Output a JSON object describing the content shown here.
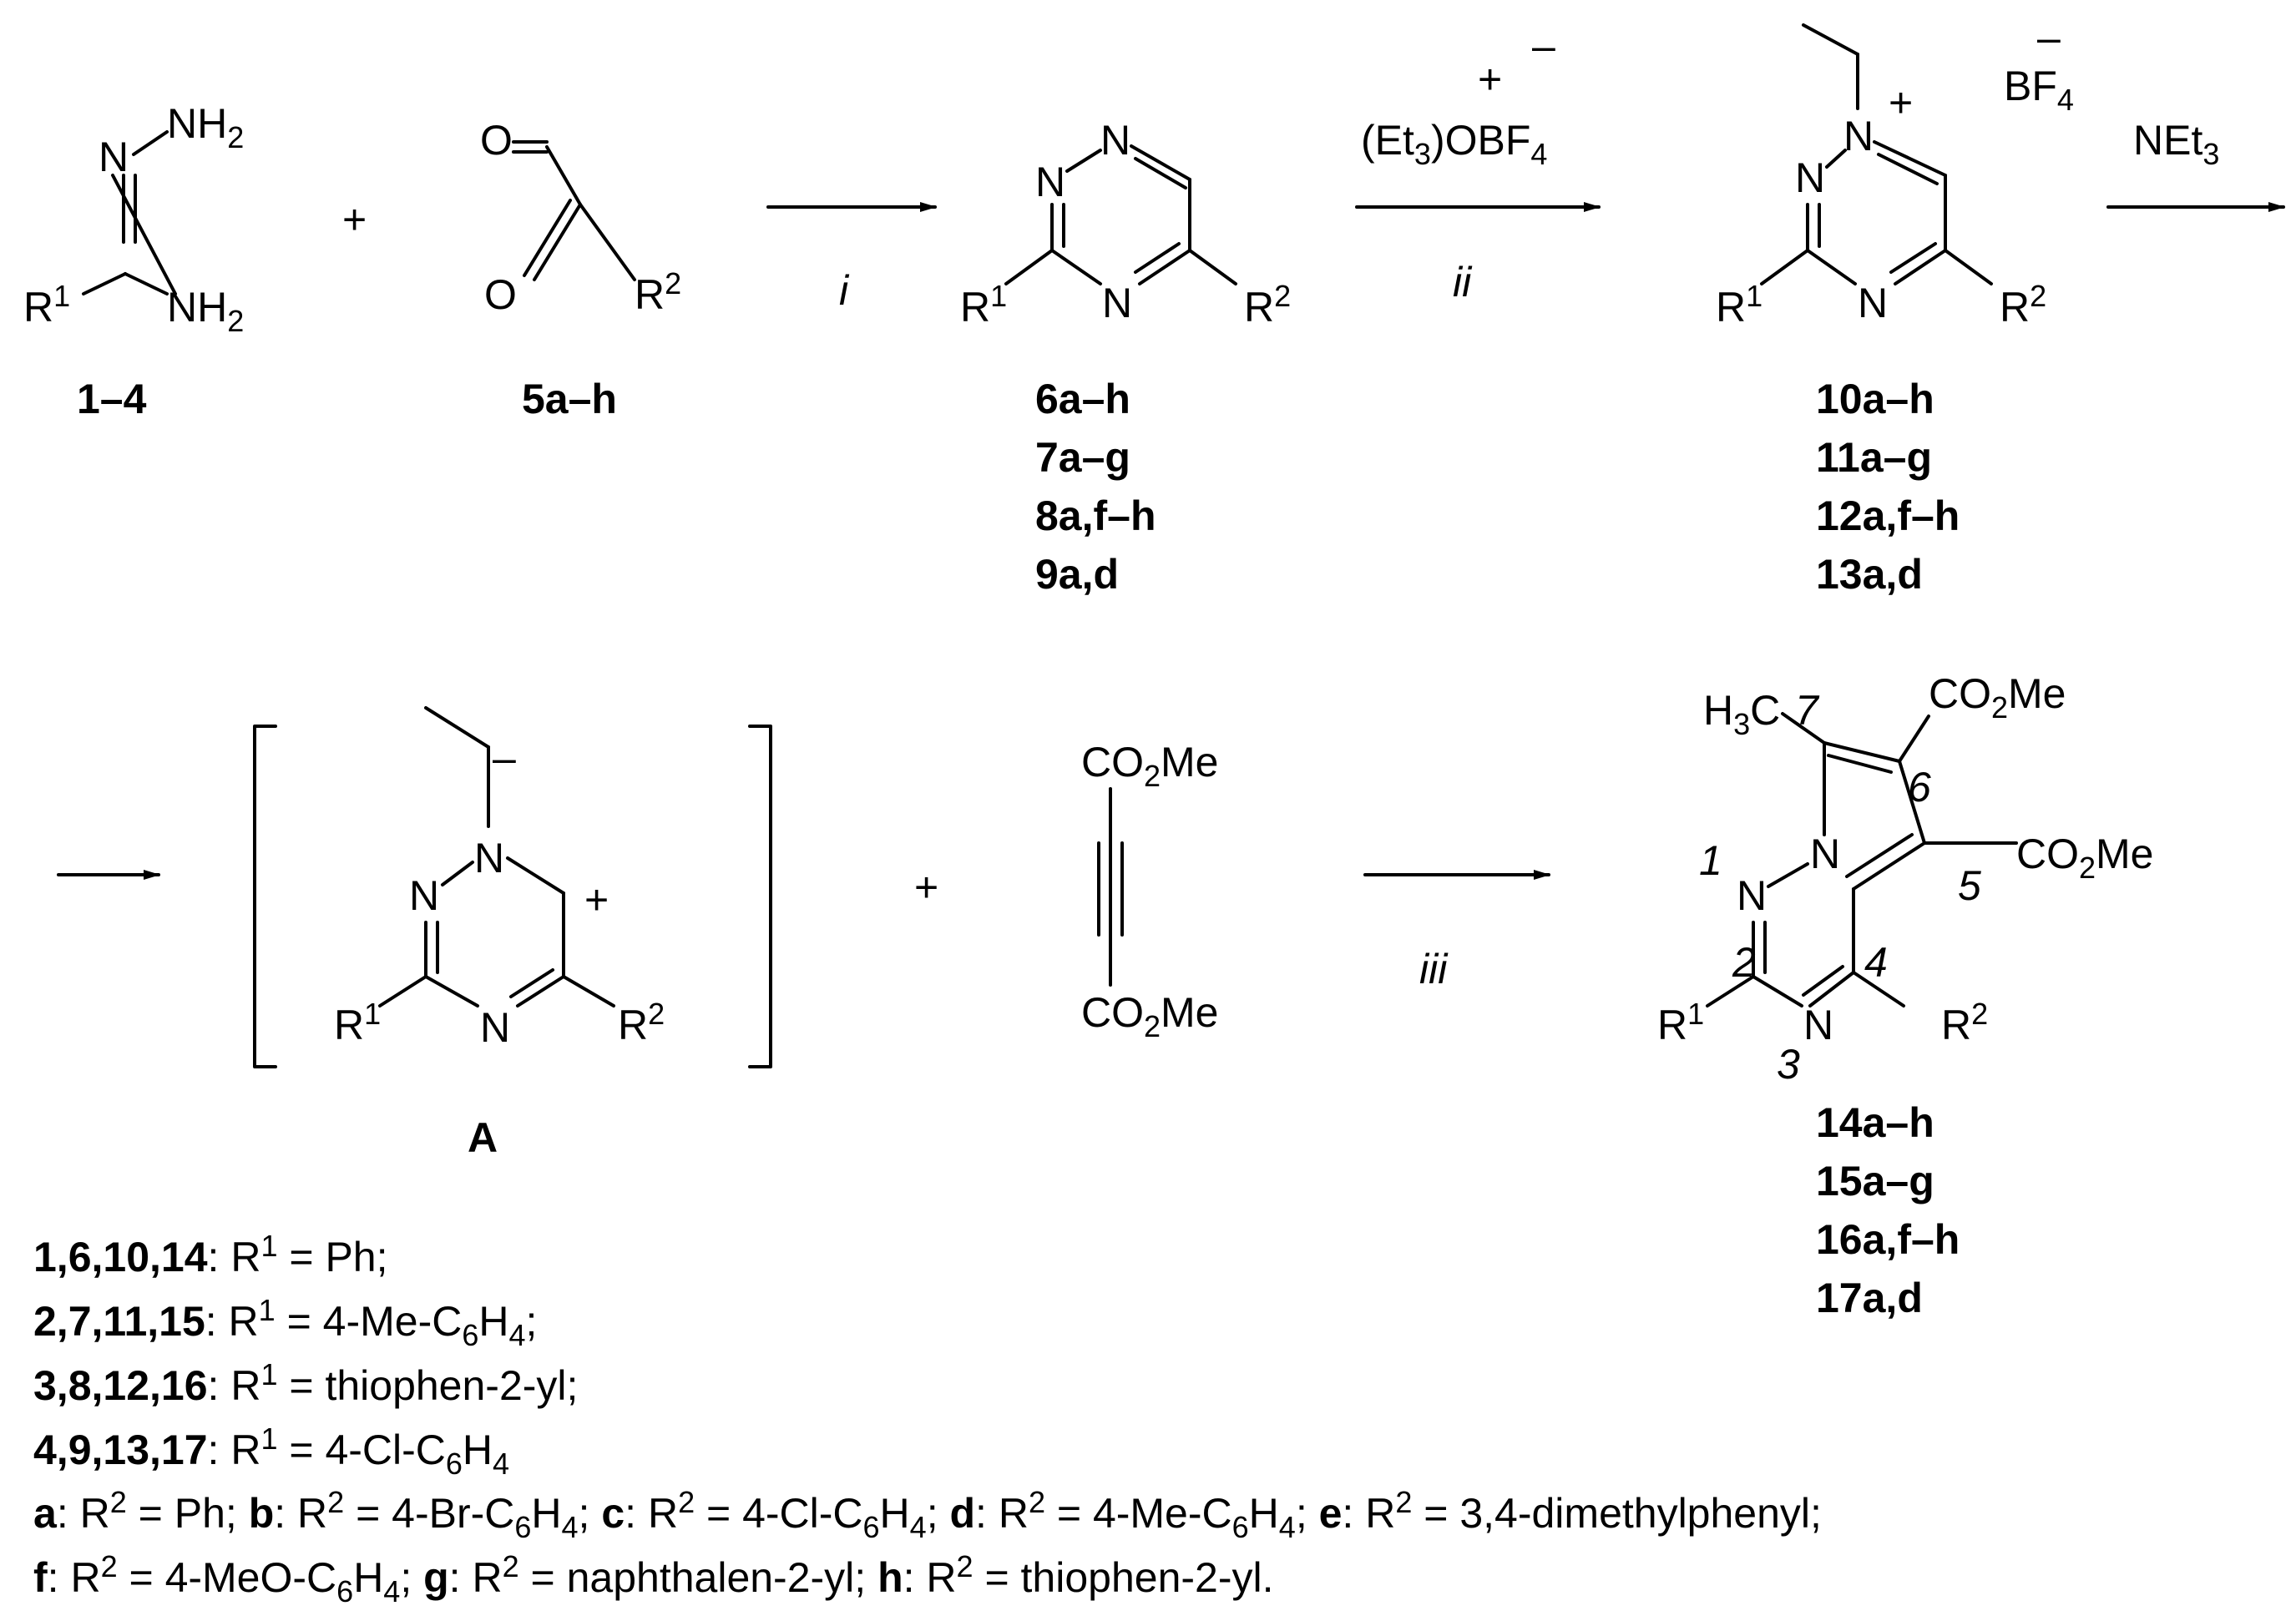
{
  "reactants": {
    "amidrazone_label": "1–4",
    "ketoaldehyde_label": "5a–h",
    "plus": "+"
  },
  "step_i": {
    "label": "i"
  },
  "triazines": {
    "labels": [
      "6a–h",
      "7a–g",
      "8a,f–h",
      "9a,d"
    ]
  },
  "step_ii": {
    "reagent": "(Et3)OBF4",
    "label": "ii"
  },
  "salts": {
    "labels": [
      "10a–h",
      "11a–g",
      "12a,f–h",
      "13a,d"
    ],
    "counterion": "BF4"
  },
  "step_base": {
    "reagent": "NEt3"
  },
  "intermediate": {
    "label": "A"
  },
  "dmad": {
    "ester": "CO2Me"
  },
  "step_iii": {
    "label": "iii"
  },
  "products": {
    "labels": [
      "14a–h",
      "15a–g",
      "16a,f–h",
      "17a,d"
    ]
  },
  "legend": {
    "r1": [
      {
        "ids": "1,6,10,14",
        "text": "Ph;"
      },
      {
        "ids": "2,7,11,15",
        "text": "4-Me-C6H4;"
      },
      {
        "ids": "3,8,12,16",
        "text": "thiophen-2-yl;"
      },
      {
        "ids": "4,9,13,17",
        "text": "4-Cl-C6H4"
      }
    ],
    "r2_line1": "a: R2 = Ph; b: R2 = 4-Br-C6H4; c: R2 = 4-Cl-C6H4; d: R2 = 4-Me-C6H4; e: R2 = 3,4-dimethylphenyl;",
    "r2_line2": "f: R2 = 4-MeO-C6H4; g: R2 = naphthalen-2-yl; h: R2 = thiophen-2-yl."
  }
}
